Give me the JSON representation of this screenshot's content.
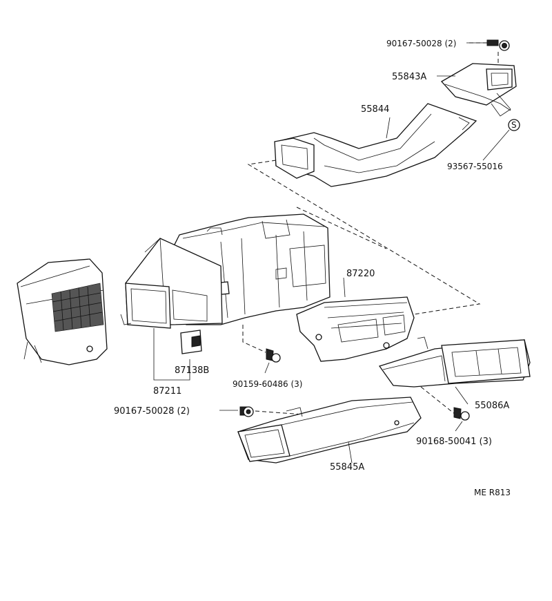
{
  "labels": {
    "p_90167_top": "90167-50028 (2)",
    "p_55843A": "55843A",
    "p_55844": "55844",
    "p_93567": "93567-55016",
    "p_S": "S",
    "p_87220": "87220",
    "p_87138B": "87138B",
    "p_87211": "87211",
    "p_90159": "90159-60486 (3)",
    "p_90167_bottom": "90167-50028 (2)",
    "p_55086A": "55086A",
    "p_90168": "90168-50041 (3)",
    "p_55845A": "55845A",
    "diagram_code": "ME R813"
  }
}
